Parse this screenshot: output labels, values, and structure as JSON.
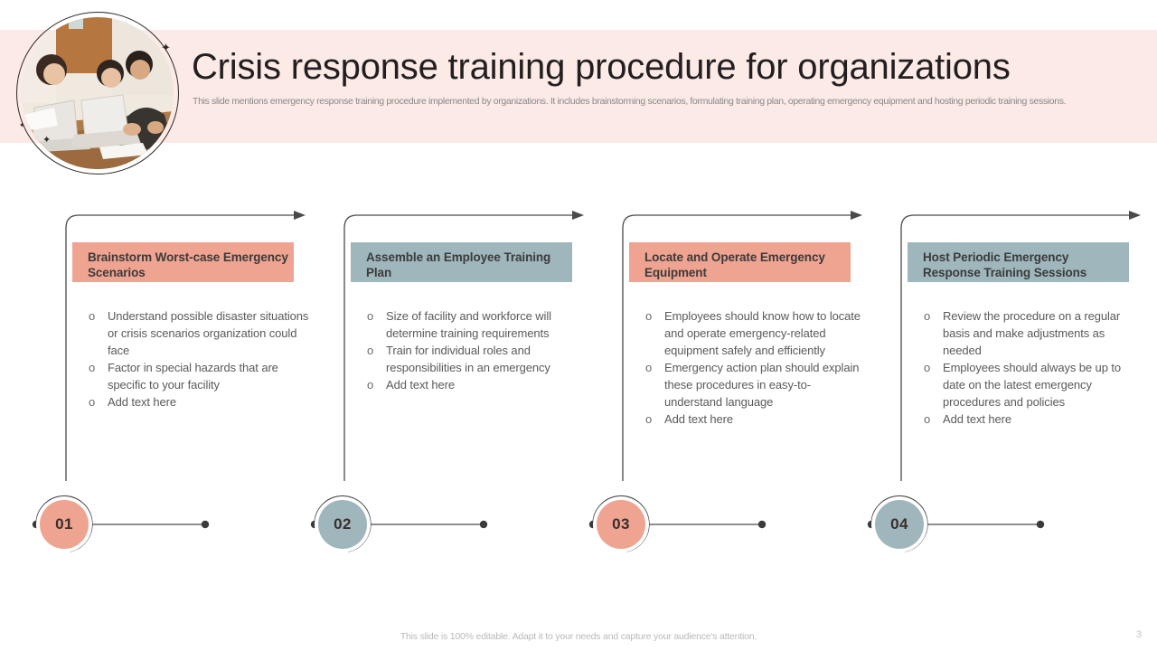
{
  "header": {
    "title": "Crisis response training procedure for organizations",
    "subtitle": "This slide mentions emergency response training procedure implemented by organizations. It includes brainstorming scenarios, formulating training plan, operating emergency equipment and hosting periodic training sessions.",
    "photo_alt": "team-collaboration-photo",
    "band_color": "#fbeae6"
  },
  "colors": {
    "salmon": "#efa391",
    "slate": "#9eb6bc",
    "outline": "#4a4a4a",
    "text_dark": "#3b3b3b",
    "text_body": "#5a5a5a"
  },
  "steps": [
    {
      "number": "01",
      "title": "Brainstorm Worst-case Emergency Scenarios",
      "accent": "#efa391",
      "bullet_marker": "o",
      "bullets": [
        "Understand possible disaster situations or crisis scenarios organization could face",
        "Factor in special hazards that are specific to your facility",
        "Add text here"
      ]
    },
    {
      "number": "02",
      "title": "Assemble an Employee Training Plan",
      "accent": "#9eb6bc",
      "bullet_marker": "o",
      "bullets": [
        "Size of facility and workforce will determine training requirements",
        "Train for individual roles and responsibilities in an emergency",
        "Add text here"
      ]
    },
    {
      "number": "03",
      "title": "Locate and Operate Emergency Equipment",
      "accent": "#efa391",
      "bullet_marker": "o",
      "bullets": [
        "Employees should know how to locate and operate emergency-related equipment safely and efficiently",
        "Emergency action plan should explain these procedures in easy-to-understand language",
        "Add text here"
      ]
    },
    {
      "number": "04",
      "title": "Host Periodic Emergency Response Training Sessions",
      "accent": "#9eb6bc",
      "bullet_marker": "o",
      "bullets": [
        "Review the procedure on a regular basis and make adjustments as needed",
        "Employees should always be up to date on the latest emergency procedures and policies",
        "Add text here"
      ]
    }
  ],
  "footer": {
    "note": "This slide is 100% editable. Adapt it to your needs and capture your audience's attention.",
    "page_number": "3"
  }
}
